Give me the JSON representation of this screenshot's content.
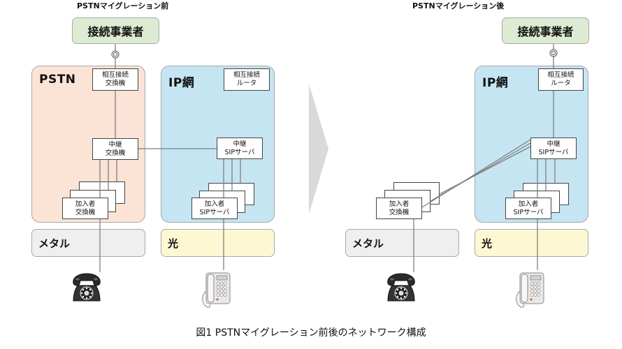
{
  "caption": "図1 PSTNマイグレーション前後のネットワーク構成",
  "colors": {
    "pstn_fill": "#fbe3d6",
    "ip_fill": "#c5e5f3",
    "carrier_fill": "#dcebd2",
    "metal_fill": "#efefef",
    "optical_fill": "#fdf8d3",
    "transition_arrow": "#d9d9d9",
    "line": "#7f7f7f"
  },
  "before": {
    "title": "PSTNマイグレーション前",
    "carrier": "接続事業者",
    "pstn": {
      "label": "PSTN",
      "interconnect_switch": [
        "相互接続",
        "交換機"
      ],
      "relay_switch": [
        "中継",
        "交換機"
      ],
      "subscriber_switch": [
        "加入者",
        "交換機"
      ]
    },
    "ip": {
      "label": "IP網",
      "interconnect_router": [
        "相互接続",
        "ルータ"
      ],
      "relay_sip": [
        "中継",
        "SIPサーバ"
      ],
      "subscriber_sip": [
        "加入者",
        "SIPサーバ"
      ]
    },
    "metal_band": "メタル",
    "optical_band": "光",
    "phones": [
      "rotary-phone",
      "ip-phone"
    ]
  },
  "after": {
    "title": "PSTNマイグレーション後",
    "carrier": "接続事業者",
    "ip": {
      "label": "IP網",
      "interconnect_router": [
        "相互接続",
        "ルータ"
      ],
      "relay_sip": [
        "中継",
        "SIPサーバ"
      ],
      "subscriber_sip": [
        "加入者",
        "SIPサーバ"
      ]
    },
    "subscriber_switch": [
      "加入者",
      "交換機"
    ],
    "metal_band": "メタル",
    "optical_band": "光",
    "phones": [
      "rotary-phone",
      "ip-phone"
    ]
  }
}
